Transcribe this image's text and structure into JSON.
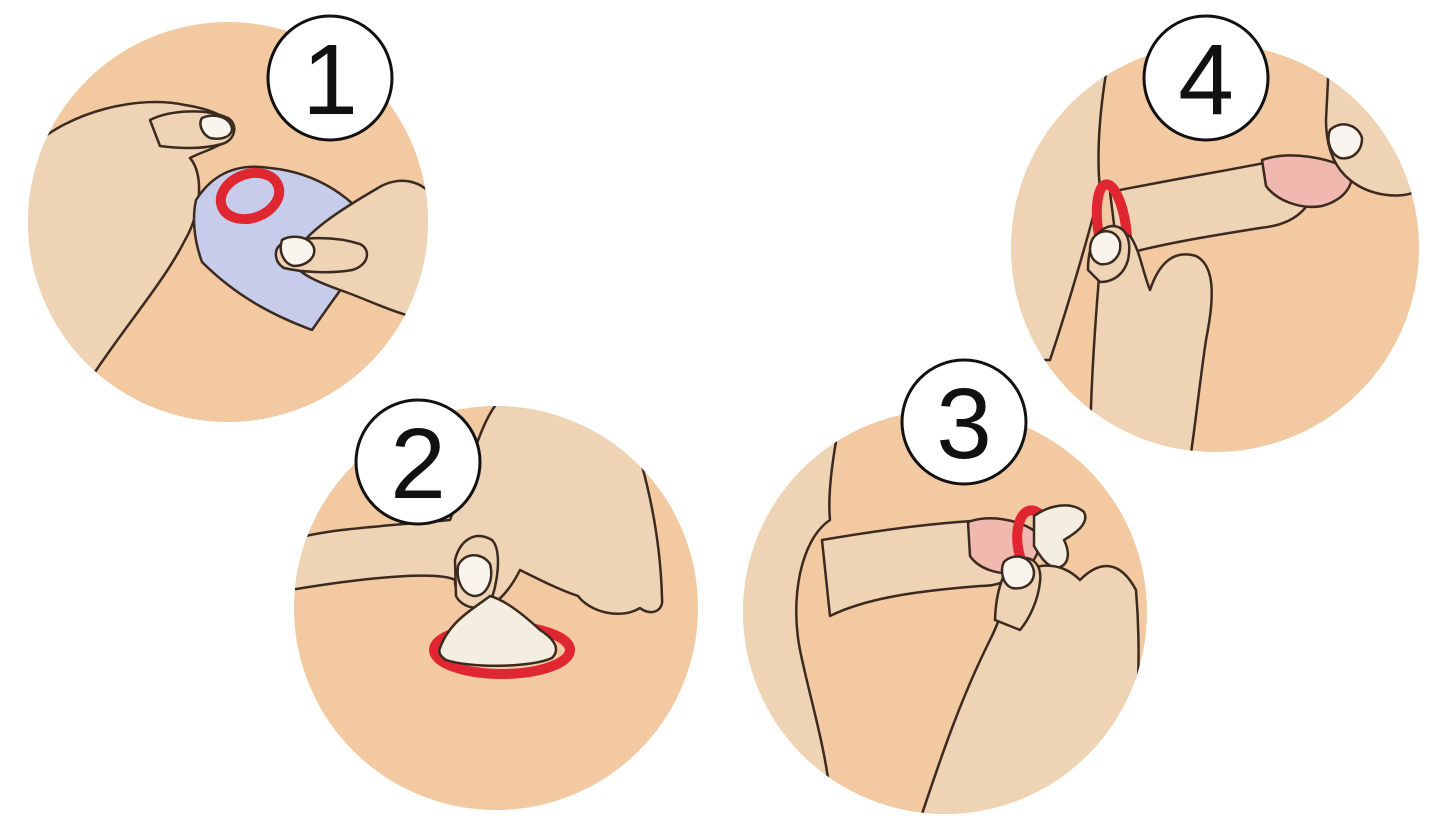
{
  "colors": {
    "skin_background": "#F2C9A0",
    "skin_tone": "#EFD3B5",
    "skin_shadow": "#D9B48E",
    "outline": "#3A2A20",
    "condom_ring": "#E02630",
    "condom_latex": "#F4EEE0",
    "wrapper": "#C7CCEA",
    "badge_fill": "#FFFFFF",
    "number_text": "#111111"
  },
  "steps": [
    {
      "number": "1",
      "icon": "open-wrapper"
    },
    {
      "number": "2",
      "icon": "pinch-tip"
    },
    {
      "number": "3",
      "icon": "place-condom"
    },
    {
      "number": "4",
      "icon": "roll-down"
    }
  ]
}
